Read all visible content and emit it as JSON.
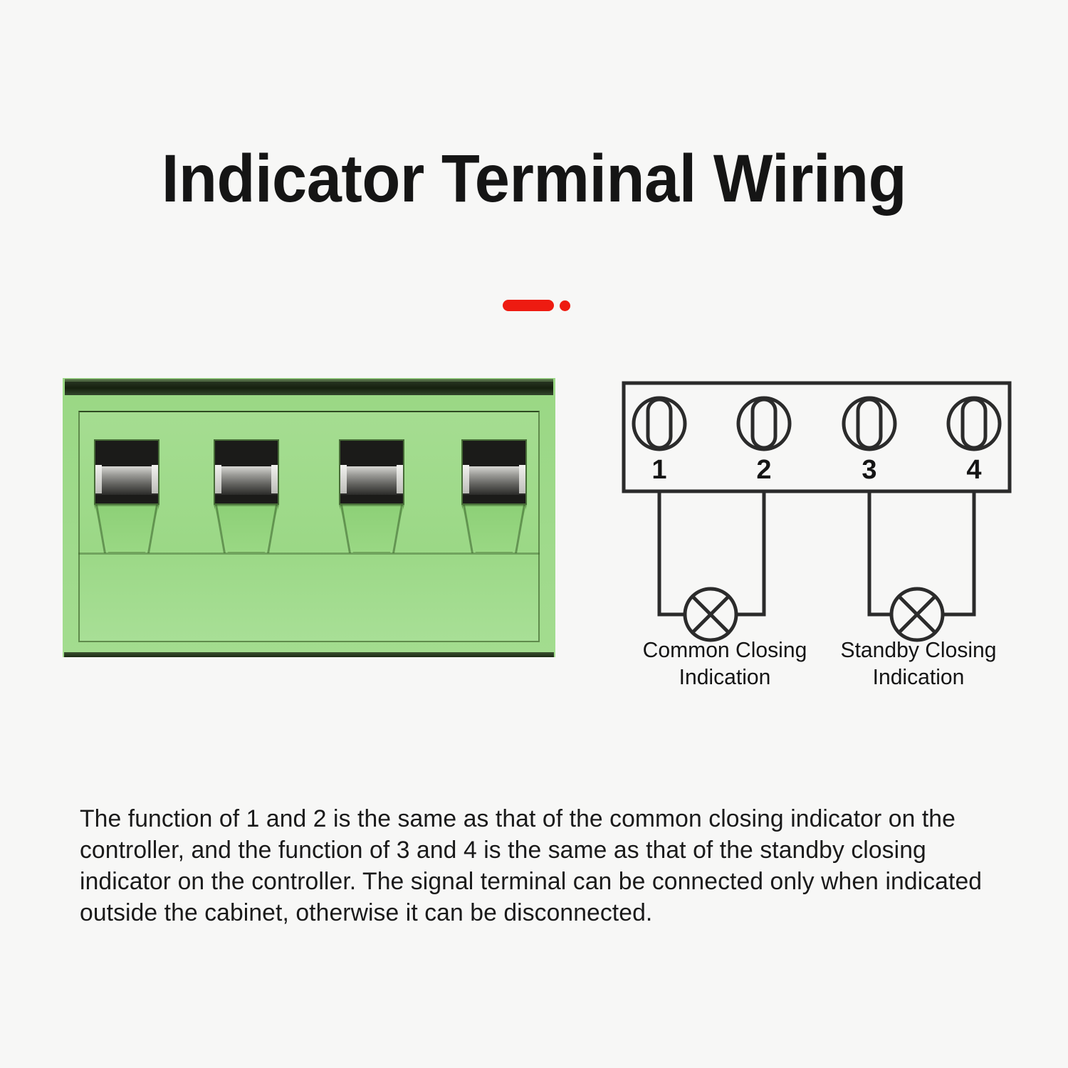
{
  "page": {
    "background_color": "#f7f7f6",
    "title": "Indicator Terminal Wiring"
  },
  "divider": {
    "color": "#ee1b11",
    "shape": "bar-and-dot"
  },
  "photo": {
    "alt_name": "green-4-pole-screw-terminal-block",
    "housing_color": "#9ad884",
    "slot_count": 4
  },
  "schematic": {
    "terminal_labels": [
      "1",
      "2",
      "3",
      "4"
    ],
    "lamp_symbol": "circle-with-x",
    "screw_symbol": "slotted-screw-head",
    "line_color": "#2b2b2b",
    "circuits": [
      {
        "name": "common-closing",
        "terminals": [
          "1",
          "2"
        ],
        "caption_line1": "Common Closing",
        "caption_line2": "Indication"
      },
      {
        "name": "standby-closing",
        "terminals": [
          "3",
          "4"
        ],
        "caption_line1": "Standby Closing",
        "caption_line2": "Indication"
      }
    ]
  },
  "captions": {
    "left_line1": "Common Closing",
    "left_line2": "Indication",
    "right_line1": "Standby Closing",
    "right_line2": "Indication"
  },
  "body": {
    "paragraph": "The function of 1 and 2 is the same as that of the common closing indicator on the controller, and the function of 3 and 4 is the same as that of the standby closing indicator on the controller. The signal terminal can be connected only when indicated outside the cabinet, otherwise it can be disconnected."
  }
}
